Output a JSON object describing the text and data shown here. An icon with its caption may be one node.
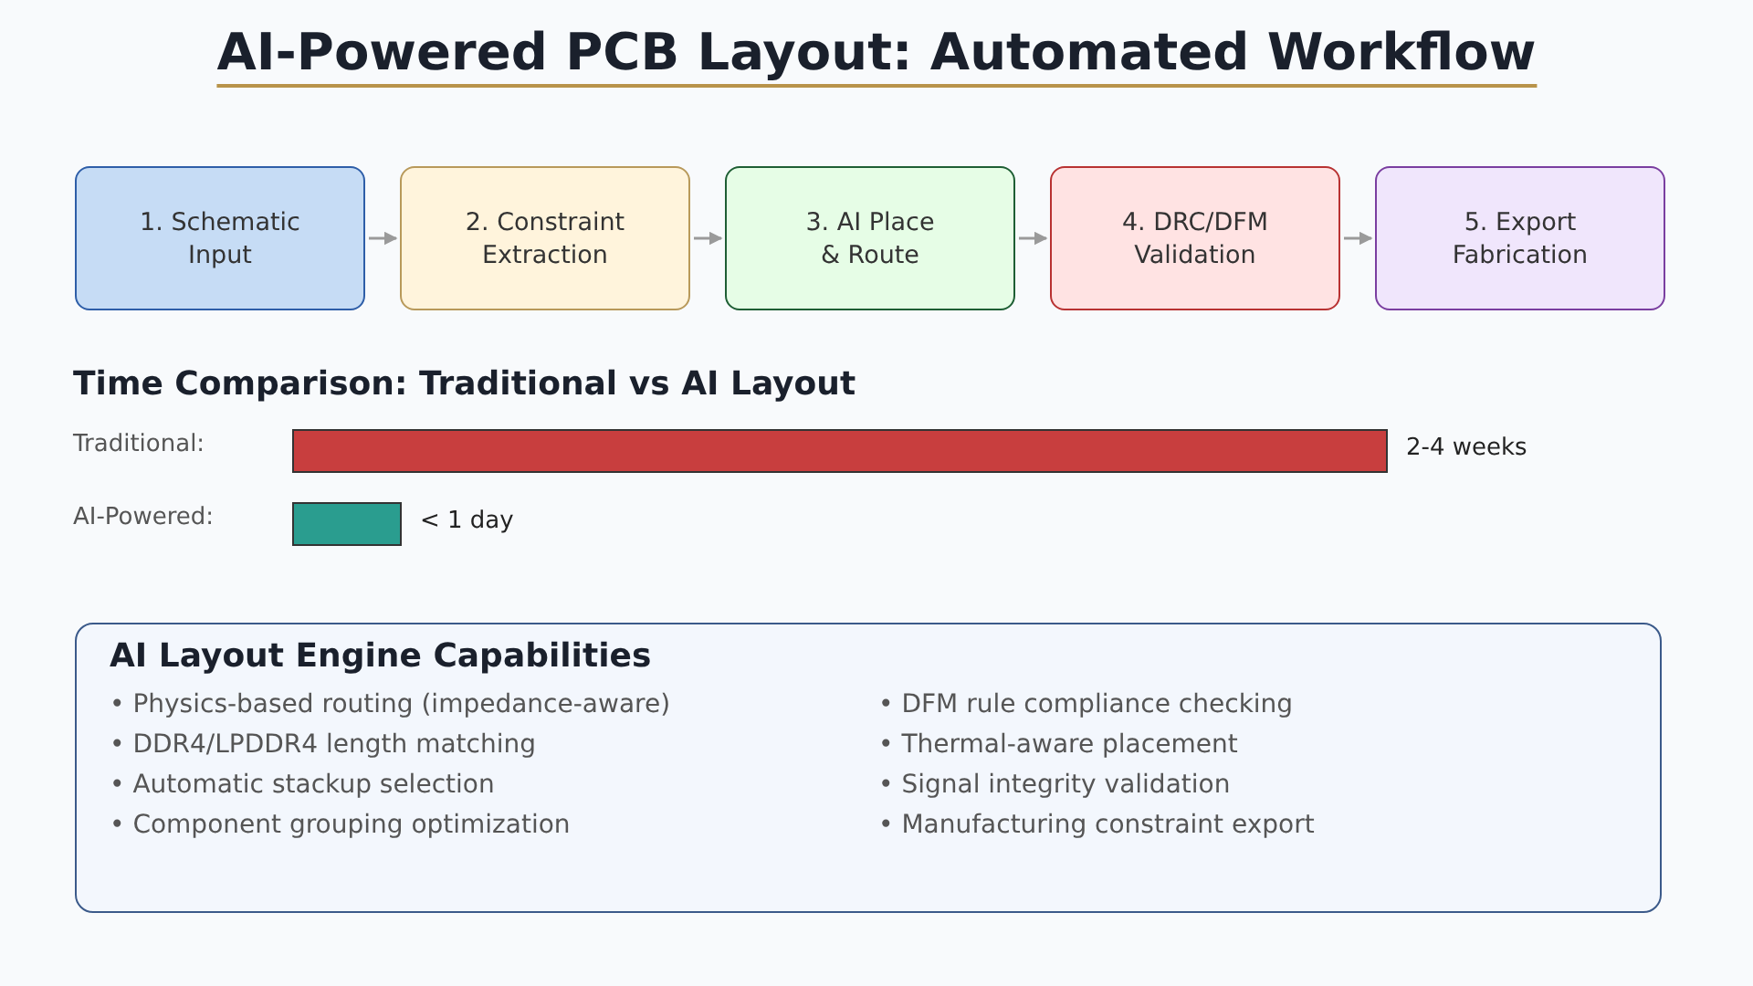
{
  "diagram": {
    "title": "AI-Powered PCB Layout: Automated Workflow",
    "nodes": [
      {
        "text": [
          "1. Schematic Input"
        ]
      },
      {
        "text": [
          "2. Constraint Extraction"
        ]
      },
      {
        "text": [
          "3. AI Place & Route"
        ]
      },
      {
        "text": [
          "4. DRC/DFM Validation"
        ]
      },
      {
        "text": [
          "5. Export Fabrication"
        ]
      },
      {
        "text": [],
        "shape": "bar",
        "beside": [
          "Traditional:",
          "2-4 weeks"
        ]
      },
      {
        "text": [],
        "shape": "bar",
        "beside": [
          "AI-Powered:",
          "< 1 day"
        ]
      },
      {
        "text": [
          "AI Layout Engine Capabilities",
          "• Physics-based routing (impedance-aware)",
          "• DDR4/LPDDR4 length matching",
          "• Automatic stackup selection",
          "• Component grouping optimization",
          "• DFM rule compliance checking",
          "• Thermal-aware placement",
          "• Signal integrity validation",
          "• Manufacturing constraint export"
        ]
      }
    ],
    "edges": [
      {
        "from": 0,
        "to": 1,
        "arrow": "to"
      },
      {
        "from": 1,
        "to": 2,
        "arrow": "to"
      },
      {
        "from": 2,
        "to": 3,
        "arrow": "to"
      },
      {
        "from": 3,
        "to": 4,
        "arrow": "to"
      }
    ],
    "labels": [
      "Time Comparison: Traditional vs AI Layout"
    ]
  }
}
